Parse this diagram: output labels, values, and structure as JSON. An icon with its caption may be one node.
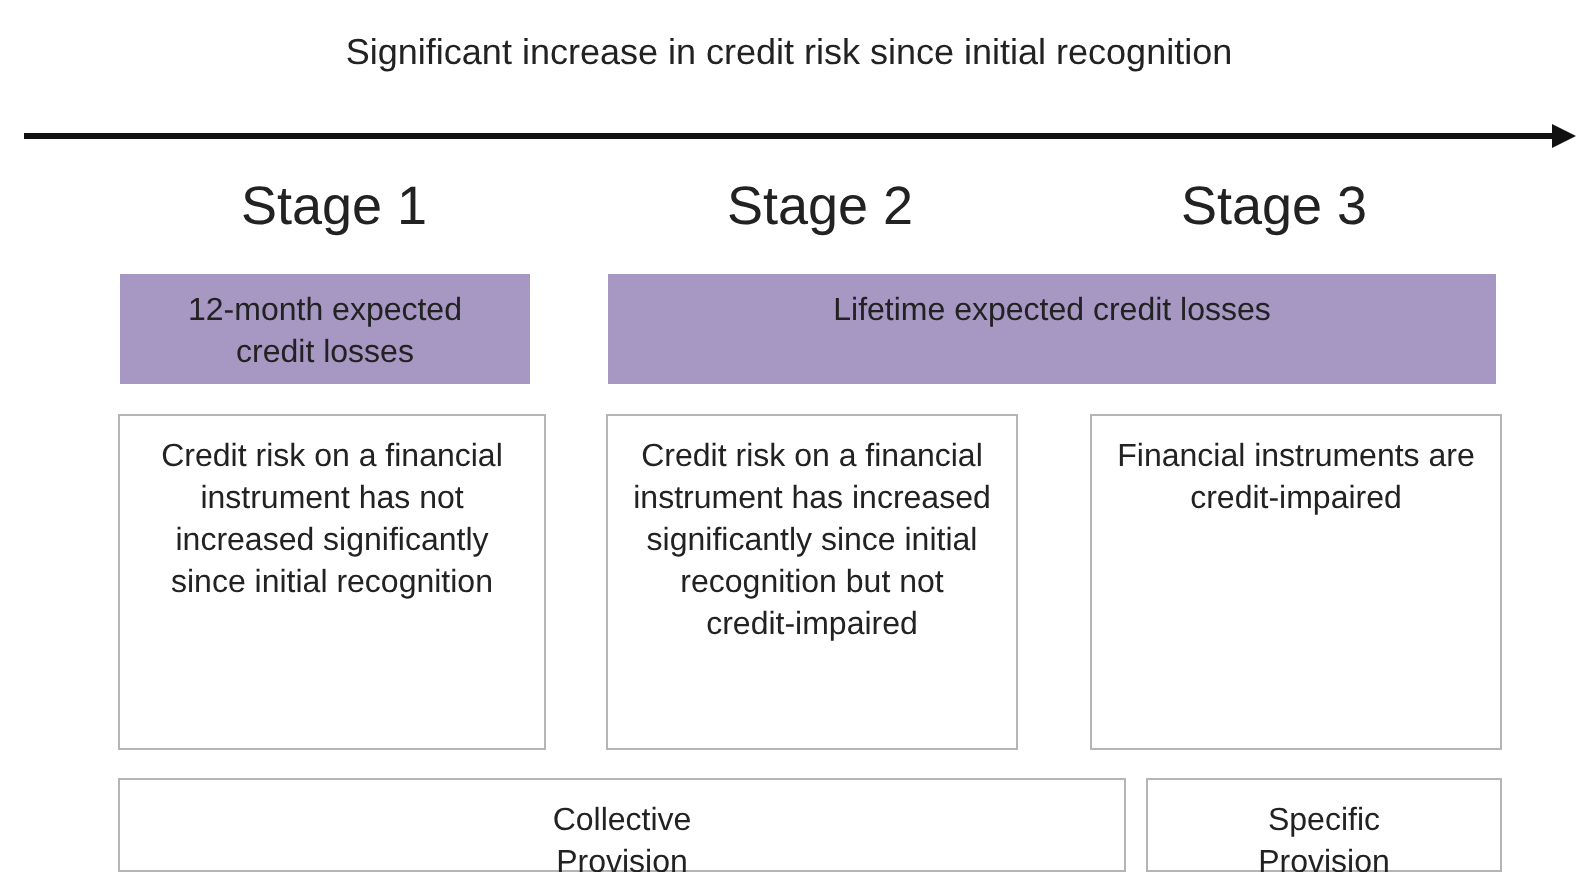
{
  "diagram": {
    "title": "Significant increase in credit risk since initial recognition",
    "nodes": [
      {
        "text": [
          "12-month expected credit losses"
        ]
      },
      {
        "text": [
          "Lifetime expected credit losses"
        ]
      },
      {
        "text": [
          "Credit risk on a financial instrument has not increased significantly since initial recognition"
        ]
      },
      {
        "text": [
          "Credit risk on a financial instrument has increased significantly since initial recognition but not credit-impaired"
        ]
      },
      {
        "text": [
          "Financial instruments are credit-impaired"
        ]
      },
      {
        "text": [
          "Collective Provision"
        ]
      },
      {
        "text": [
          "Specific Provision"
        ]
      }
    ],
    "labels": [
      "Stage 1",
      "Stage 2",
      "Stage 3"
    ]
  }
}
